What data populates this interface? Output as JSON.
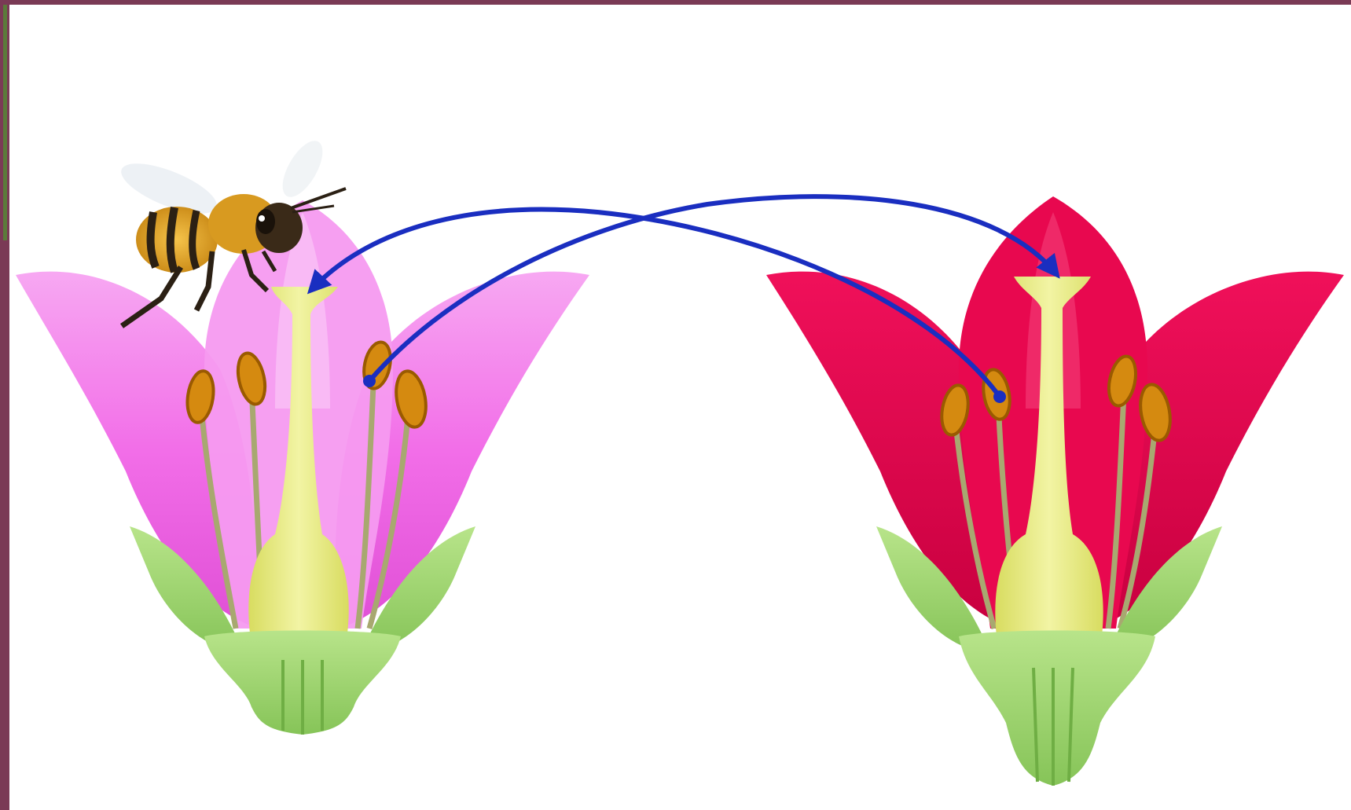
{
  "colors": {
    "frame_border": "#7a3a55",
    "frame_left_strip": "#5b7a3a",
    "flower_left_petal": "#f26ee8",
    "flower_left_petal_light": "#f7a8f2",
    "flower_right_petal": "#f0105a",
    "flower_right_petal_dark": "#c8003f",
    "pistil": "#e9ec8a",
    "pistil_shade": "#d8dc60",
    "anther": "#d58a10",
    "anther_dark": "#9a5a00",
    "filament": "#b8b870",
    "sepal": "#9bd46a",
    "sepal_light": "#c9ec9a",
    "arrow": "#1a2ec0",
    "bee_body": "#e8a51a",
    "bee_stripe": "#2b2014"
  },
  "diagram": {
    "elements": [
      "bee-icon",
      "flower-left",
      "flower-right",
      "arrow-left-anther-to-right-stigma",
      "arrow-right-anther-to-left-stigma"
    ]
  }
}
